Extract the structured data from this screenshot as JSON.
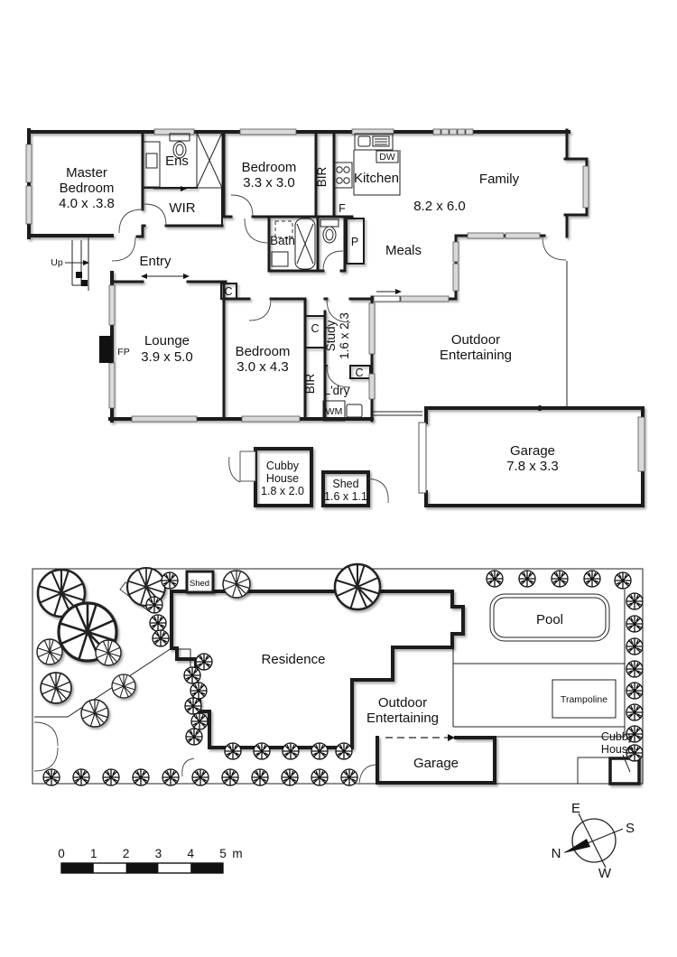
{
  "floor_plan": {
    "master_bedroom": {
      "name_line1": "Master",
      "name_line2": "Bedroom",
      "dims": "4.0 x .3.8"
    },
    "ensuite": "Ens",
    "wir": "WIR",
    "bedroom1": {
      "name": "Bedroom",
      "dims": "3.3 x 3.0"
    },
    "bir1": "BIR",
    "kitchen": {
      "name": "Kitchen",
      "dishwasher": "DW",
      "fridge": "F",
      "pantry": "P"
    },
    "family": {
      "name": "Family",
      "dims": "8.2 x 6.0"
    },
    "meals": "Meals",
    "bath": "Bath",
    "entry": {
      "name": "Entry",
      "stairs": "Up"
    },
    "lounge": {
      "name": "Lounge",
      "dims": "3.9 x 5.0",
      "fireplace": "FP"
    },
    "bedroom2": {
      "name": "Bedroom",
      "dims": "3.0 x 4.3"
    },
    "bir2": "BIR",
    "cupboard1": "C",
    "cupboard2": "C",
    "cupboard3": "C",
    "study": {
      "name": "Study",
      "dims": "1.6 x 2.3"
    },
    "laundry": {
      "name": "L'dry",
      "washing_machine": "WM"
    },
    "outdoor": {
      "name_line1": "Outdoor",
      "name_line2": "Entertaining"
    },
    "garage": {
      "name": "Garage",
      "dims": "7.8 x 3.3"
    },
    "cubby_house": {
      "name_line1": "Cubby",
      "name_line2": "House",
      "dims": "1.8 x 2.0"
    },
    "shed": {
      "name": "Shed",
      "dims": "1.6 x 1.1"
    }
  },
  "site_plan": {
    "shed": "Shed",
    "residence": "Residence",
    "pool": "Pool",
    "trampoline": "Trampoline",
    "outdoor_line1": "Outdoor",
    "outdoor_line2": "Entertaining",
    "garage": "Garage",
    "cubby_line1": "Cubby",
    "cubby_line2": "House"
  },
  "scale_bar": {
    "ticks": [
      "0",
      "1",
      "2",
      "3",
      "4",
      "5"
    ],
    "unit": "m"
  },
  "compass": {
    "north": "N",
    "east": "E",
    "south": "S",
    "west": "W"
  },
  "colors": {
    "wall": "#1a1a1a",
    "window_fill": "#d9d9d9",
    "background": "#ffffff"
  }
}
